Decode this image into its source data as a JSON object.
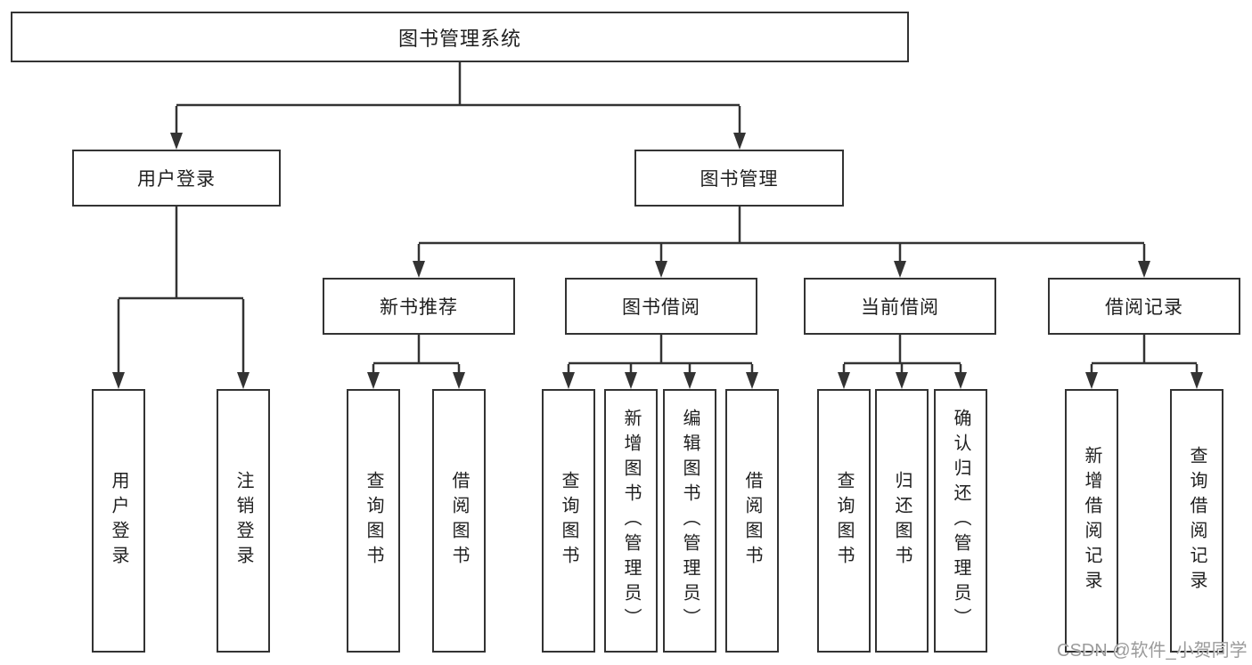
{
  "colors": {
    "line": "#333333",
    "text": "#1f1f1f",
    "background": "#ffffff",
    "watermark": "#9b9b9b"
  },
  "watermark": {
    "text": "CSDN @软件_小贺同学"
  },
  "tree": {
    "root": {
      "label": "图书管理系统"
    },
    "branches": [
      {
        "label": "用户登录",
        "children": [
          {
            "label": "用户登录"
          },
          {
            "label": "注销登录"
          }
        ]
      },
      {
        "label": "图书管理",
        "children": [
          {
            "label": "新书推荐",
            "children": [
              {
                "label": "查询图书"
              },
              {
                "label": "借阅图书"
              }
            ]
          },
          {
            "label": "图书借阅",
            "children": [
              {
                "label": "查询图书"
              },
              {
                "label": "新增图书（管理员）"
              },
              {
                "label": "编辑图书（管理员）"
              },
              {
                "label": "借阅图书"
              }
            ]
          },
          {
            "label": "当前借阅",
            "children": [
              {
                "label": "查询图书"
              },
              {
                "label": "归还图书"
              },
              {
                "label": "确认归还（管理员）"
              }
            ]
          },
          {
            "label": "借阅记录",
            "children": [
              {
                "label": "新增借阅记录"
              },
              {
                "label": "查询借阅记录"
              }
            ]
          }
        ]
      }
    ]
  }
}
